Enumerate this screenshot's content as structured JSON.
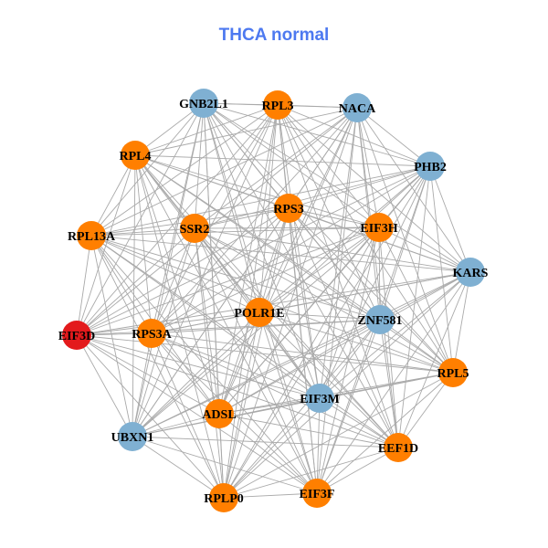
{
  "title": "THCA normal",
  "colors": {
    "title": "#4d79f0",
    "orange": "#ff7f00",
    "blue": "#7fb0d2",
    "red": "#e31a1c",
    "edge": "#aaaaaa"
  },
  "nodes": [
    {
      "label": "GNB2L1",
      "group": "blue"
    },
    {
      "label": "RPL3",
      "group": "orange"
    },
    {
      "label": "NACA",
      "group": "blue"
    },
    {
      "label": "RPL4",
      "group": "orange"
    },
    {
      "label": "PHB2",
      "group": "blue"
    },
    {
      "label": "RPS3",
      "group": "orange"
    },
    {
      "label": "SSR2",
      "group": "orange"
    },
    {
      "label": "EIF3H",
      "group": "orange"
    },
    {
      "label": "RPL13A",
      "group": "orange"
    },
    {
      "label": "KARS",
      "group": "blue"
    },
    {
      "label": "POLR1E",
      "group": "orange"
    },
    {
      "label": "ZNF581",
      "group": "blue"
    },
    {
      "label": "EIF3D",
      "group": "red"
    },
    {
      "label": "RPS3A",
      "group": "orange"
    },
    {
      "label": "RPL5",
      "group": "orange"
    },
    {
      "label": "EIF3M",
      "group": "blue"
    },
    {
      "label": "ADSL",
      "group": "orange"
    },
    {
      "label": "UBXN1",
      "group": "blue"
    },
    {
      "label": "EEF1D",
      "group": "orange"
    },
    {
      "label": "RPLP0",
      "group": "orange"
    },
    {
      "label": "EIF3F",
      "group": "orange"
    }
  ],
  "edges": "complete"
}
